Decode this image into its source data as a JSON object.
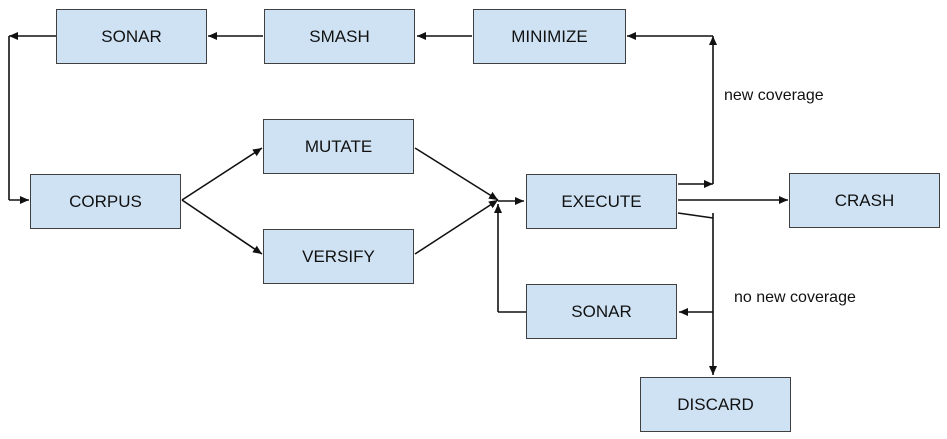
{
  "nodes": {
    "sonar_top": "SONAR",
    "smash": "SMASH",
    "minimize": "MINIMIZE",
    "corpus": "CORPUS",
    "mutate": "MUTATE",
    "versify": "VERSIFY",
    "execute": "EXECUTE",
    "crash": "CRASH",
    "sonar_bottom": "SONAR",
    "discard": "DISCARD"
  },
  "edge_labels": {
    "new_coverage": "new coverage",
    "no_new_coverage": "no new coverage"
  },
  "colors": {
    "node_fill": "#cfe2f3",
    "node_border": "#404040",
    "arrow": "#111111"
  }
}
